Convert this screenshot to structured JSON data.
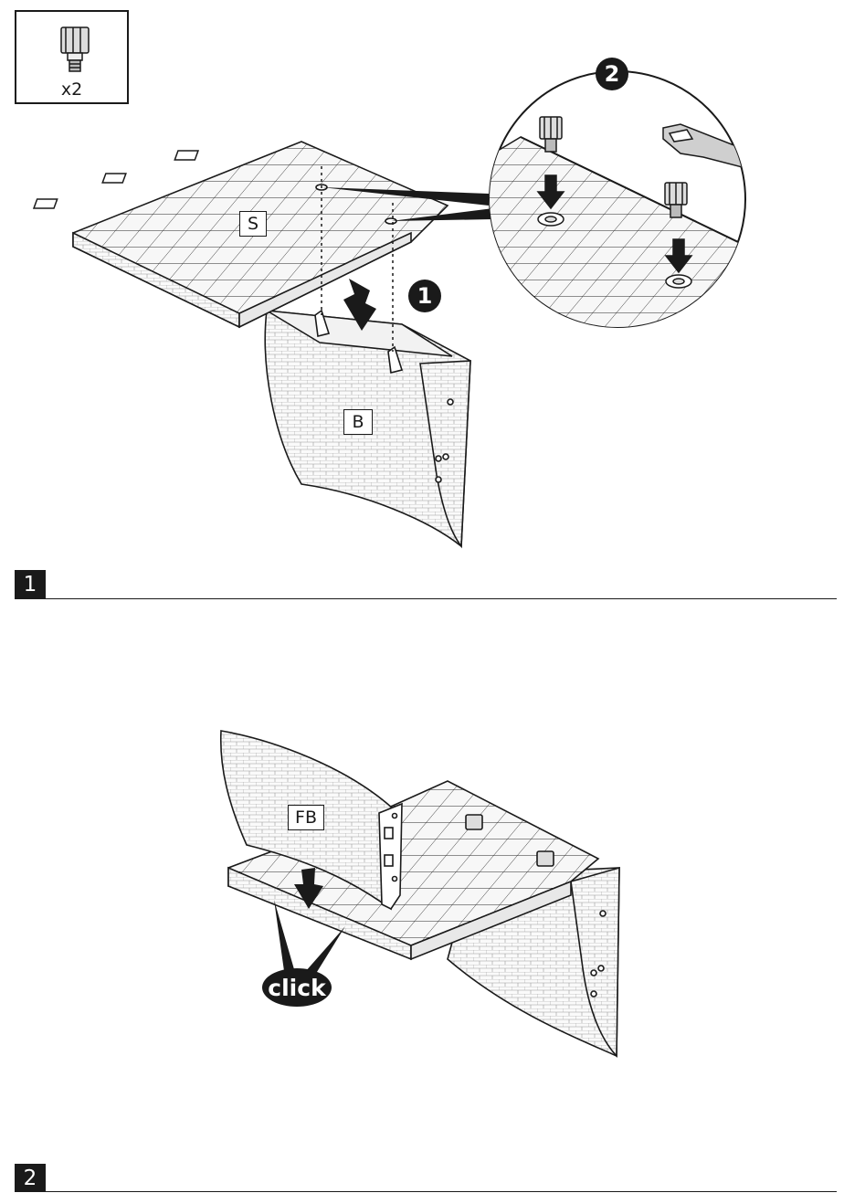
{
  "parts": {
    "quantity": "x2",
    "icon": "peg-icon"
  },
  "steps": [
    {
      "number": "1",
      "labels": {
        "seat": "S",
        "back": "B"
      },
      "substeps": [
        "1",
        "2"
      ]
    },
    {
      "number": "2",
      "labels": {
        "front_back": "FB"
      },
      "callout": "click"
    }
  ],
  "colors": {
    "ink": "#1a1a1a",
    "panel_fill": "#f4f4f4",
    "tool": "#cfcfcf"
  }
}
